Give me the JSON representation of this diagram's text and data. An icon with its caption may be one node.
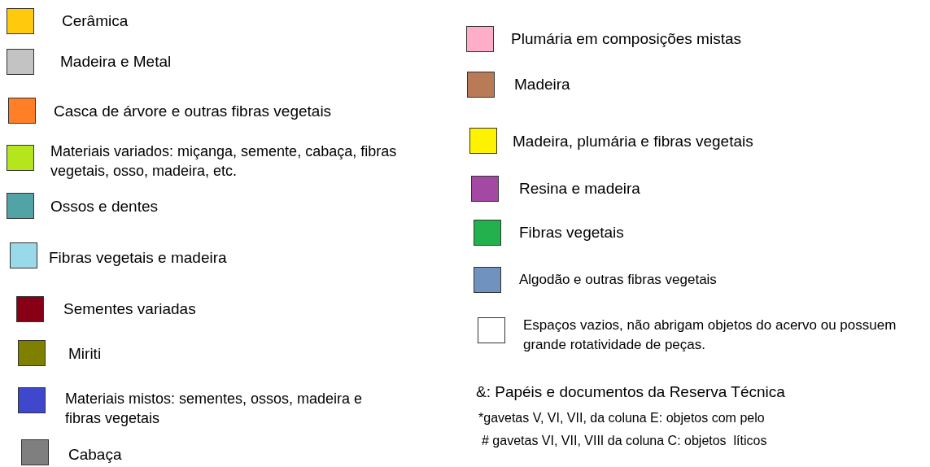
{
  "diagram": {
    "labels": [
      "&: Papéis e documentos da Reserva Técnica",
      "*gavetas V, VI, VII, da coluna E: objetos com pelo",
      "# gavetas VI, VII, VIII da coluna C: objetos  líticos"
    ],
    "legend": [
      {
        "text": "Cerâmica",
        "color": "#ffc90e"
      },
      {
        "text": "Madeira e Metal",
        "color": "#c3c3c3"
      },
      {
        "text": "Casca de árvore e outras fibras vegetais",
        "color": "#ff7f27"
      },
      {
        "text": "Materiais variados: miçanga, semente, cabaça, fibras vegetais, osso, madeira, etc.",
        "color": "#b5e61d"
      },
      {
        "text": "Ossos e dentes",
        "color": "#52a3a6"
      },
      {
        "text": "Fibras vegetais e madeira",
        "color": "#99d9ea"
      },
      {
        "text": "Sementes variadas",
        "color": "#880015"
      },
      {
        "text": "Miriti",
        "color": "#808000"
      },
      {
        "text": "Materiais mistos: sementes, ossos, madeira e fibras vegetais",
        "color": "#3f48cc"
      },
      {
        "text": "Cabaça",
        "color": "#7f7f7f"
      },
      {
        "text": "Plumária em composições mistas",
        "color": "#ffaec9"
      },
      {
        "text": "Madeira",
        "color": "#b97a57"
      },
      {
        "text": "Madeira, plumária e fibras vegetais",
        "color": "#fff200"
      },
      {
        "text": "Resina e madeira",
        "color": "#a349a4"
      },
      {
        "text": "Fibras vegetais",
        "color": "#22b14c"
      },
      {
        "text": "Algodão e outras fibras vegetais",
        "color": "#7092be"
      },
      {
        "text": "Espaços vazios, não abrigam objetos do acervo ou possuem grande rotatividade de peças.",
        "color": "#ffffff"
      }
    ]
  }
}
